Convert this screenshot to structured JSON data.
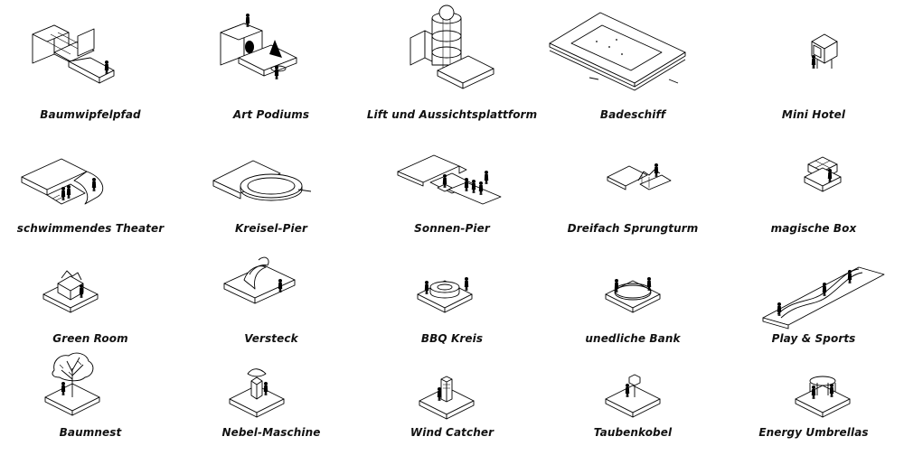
{
  "items": [
    {
      "label": "Baumwipfelpfad"
    },
    {
      "label": "Art Podiums"
    },
    {
      "label": "Lift und Aussichtsplattform"
    },
    {
      "label": "Badeschiff"
    },
    {
      "label": "Mini Hotel"
    },
    {
      "label": "schwimmendes Theater"
    },
    {
      "label": "Kreisel-Pier"
    },
    {
      "label": "Sonnen-Pier"
    },
    {
      "label": "Dreifach Sprungturm"
    },
    {
      "label": "magische Box"
    },
    {
      "label": "Green Room"
    },
    {
      "label": "Versteck"
    },
    {
      "label": "BBQ Kreis"
    },
    {
      "label": "unedliche Bank"
    },
    {
      "label": "Play & Sports"
    },
    {
      "label": "Baumnest"
    },
    {
      "label": "Nebel-Maschine"
    },
    {
      "label": "Wind Catcher"
    },
    {
      "label": "Taubenkobel"
    },
    {
      "label": "Energy Umbrellas"
    }
  ]
}
